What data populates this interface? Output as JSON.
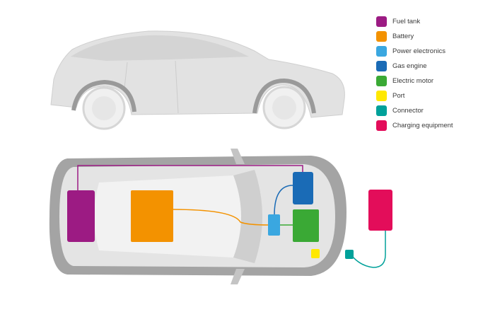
{
  "colors": {
    "fuel_tank": "#9c1b83",
    "battery": "#f39200",
    "power_electronics": "#3aa7e0",
    "gas_engine": "#1a6bb6",
    "electric_motor": "#3aa935",
    "port": "#ffe800",
    "connector": "#00a19a",
    "charging_equipment": "#e30d5a",
    "car_body": "#e4e4e4",
    "car_dark": "#a8a8a8"
  },
  "legend": [
    {
      "label": "Fuel tank",
      "color": "#9c1b83"
    },
    {
      "label": "Battery",
      "color": "#f39200"
    },
    {
      "label": "Power electronics",
      "color": "#3aa7e0"
    },
    {
      "label": "Gas engine",
      "color": "#1a6bb6"
    },
    {
      "label": "Electric motor",
      "color": "#3aa935"
    },
    {
      "label": "Port",
      "color": "#ffe800"
    },
    {
      "label": "Connector",
      "color": "#00a19a"
    },
    {
      "label": "Charging equipment",
      "color": "#e30d5a"
    }
  ]
}
